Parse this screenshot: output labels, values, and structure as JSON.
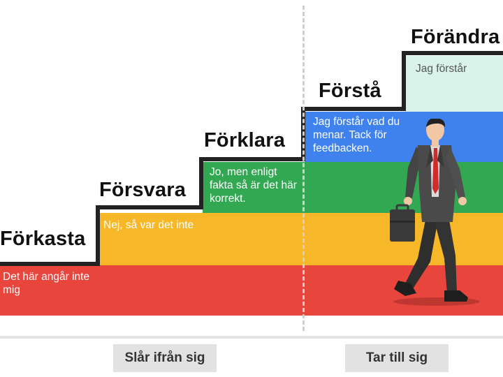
{
  "steps": [
    {
      "title": "Förkasta",
      "text": "Det här angår inte mig",
      "color": "#e8453c"
    },
    {
      "title": "Försvara",
      "text": "Nej, så var det inte",
      "color": "#f6b829"
    },
    {
      "title": "Förklara",
      "text": "Jo, men enligt fakta så är det här korrekt.",
      "color": "#33a852"
    },
    {
      "title": "Förstå",
      "text": "Jag förstår vad du menar. Tack för feedbacken.",
      "color": "#4082ed"
    },
    {
      "title": "Förändra",
      "text": "Jag förstår",
      "color": "#d9f3ea"
    }
  ],
  "categories": {
    "left": "Slår ifrån sig",
    "right": "Tar till sig"
  },
  "icons": [
    "walking-businessman-icon"
  ]
}
